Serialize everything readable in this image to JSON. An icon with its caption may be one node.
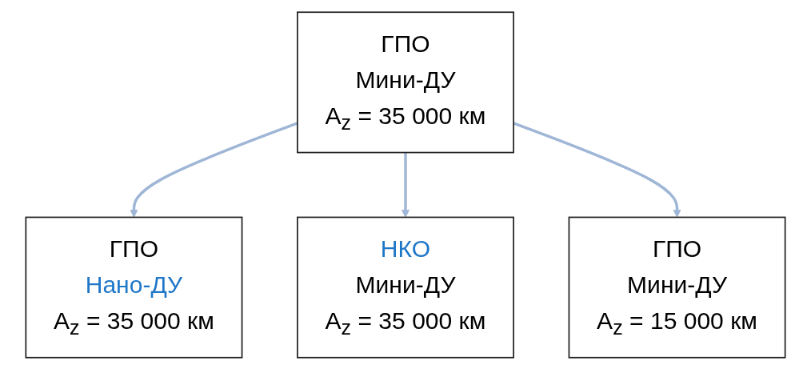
{
  "diagram": {
    "nodes": [
      {
        "text": [
          "ГПО",
          "Нано-ДУ",
          "A$_{z}$ = 35 000 км"
        ]
      },
      {
        "text": [
          "ГПО",
          "Мини-ДУ",
          "A$_{z}$ = 35 000 км"
        ]
      },
      {
        "text": [
          "НКО",
          "Мини-ДУ",
          "A$_{z}$ = 35 000 км"
        ]
      },
      {
        "text": [
          "ГПО",
          "Мини-ДУ",
          "A$_{z}$ = 15 000 км"
        ]
      }
    ],
    "edges": [
      {
        "from": 1,
        "to": 0,
        "arrow": "to"
      },
      {
        "from": 1,
        "to": 2,
        "arrow": "to"
      },
      {
        "from": 1,
        "to": 3,
        "arrow": "to"
      }
    ]
  }
}
